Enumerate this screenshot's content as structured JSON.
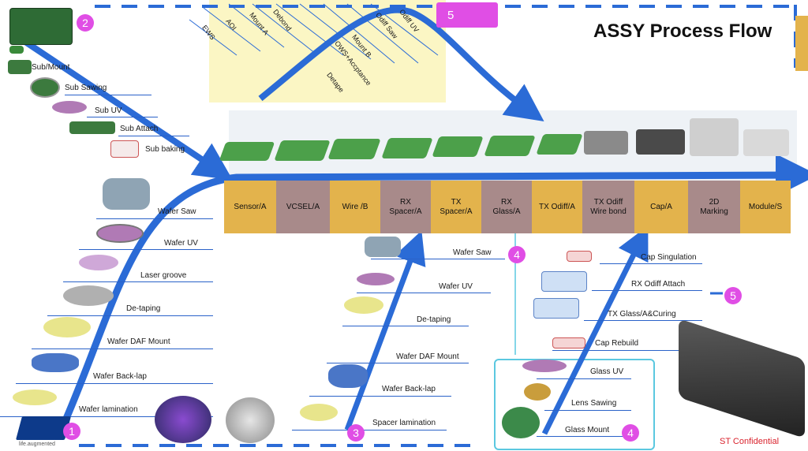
{
  "title": "ASSY Process Flow",
  "top_badge": "5",
  "top_steps": [
    "EWS",
    "AOI",
    "Mount A",
    "Debond",
    "Mount B",
    "OWS+Accptance",
    "Detape",
    "Odiff Saw",
    "Odiff UV"
  ],
  "left_substeps": [
    "Sub/Mount",
    "Sub Sawing",
    "Sub UV",
    "Sub Attach",
    "Sub baking"
  ],
  "main_steps": [
    {
      "label": "Sensor/A",
      "sub": ""
    },
    {
      "label": "VCSEL/A",
      "sub": ""
    },
    {
      "label": "Wire /B",
      "sub": ""
    },
    {
      "label": "RX",
      "sub": "Spacer/A"
    },
    {
      "label": "TX",
      "sub": "Spacer/A"
    },
    {
      "label": "RX",
      "sub": "Glass/A"
    },
    {
      "label": "TX Odiff/A",
      "sub": ""
    },
    {
      "label": "TX Odiff",
      "sub": "Wire bond"
    },
    {
      "label": "Cap/A",
      "sub": ""
    },
    {
      "label": "2D",
      "sub": "Marking"
    },
    {
      "label": "Module/S",
      "sub": ""
    }
  ],
  "wafer_steps": [
    "Wafer Saw",
    "Wafer UV",
    "Laser groove",
    "De-taping",
    "Wafer DAF Mount",
    "Wafer Back-lap",
    "Wafer lamination"
  ],
  "spacer_steps": [
    "Wafer Saw",
    "Wafer UV",
    "De-taping",
    "Wafer DAF Mount",
    "Wafer Back-lap",
    "Spacer lamination"
  ],
  "cap_steps": [
    "Cap Singulation",
    "RX Odiff Attach",
    "TX Glass/A&Curing",
    "Cap Rebuild"
  ],
  "glass_steps": [
    "Glass  UV",
    "Lens Sawing",
    "Glass Mount"
  ],
  "badges": {
    "b1": "1",
    "b2": "2",
    "b3": "3",
    "b4a": "4",
    "b4b": "4",
    "b5a": "5"
  },
  "footer": {
    "confidential": "ST Confidential",
    "logo_tagline": "life.augmented"
  },
  "colors": {
    "arrow": "#2b6bd6",
    "gold": "#e3b34c",
    "mauve": "#a88a8a",
    "badge": "#e04ee5",
    "yellow_panel": "#fbf6c4"
  }
}
